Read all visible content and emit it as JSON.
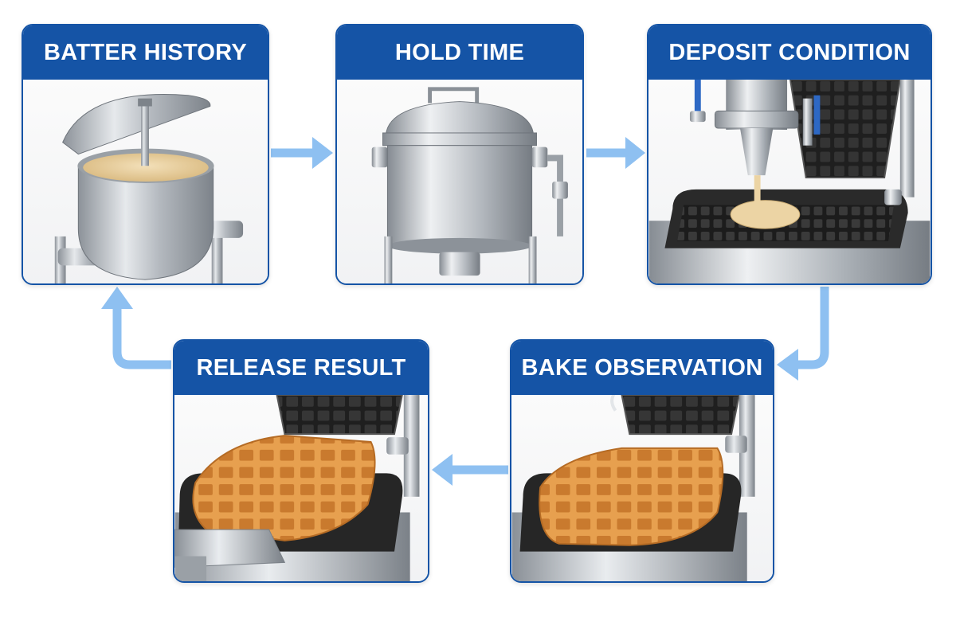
{
  "steps": [
    {
      "id": 1,
      "title": "BATTER HISTORY"
    },
    {
      "id": 2,
      "title": "HOLD TIME"
    },
    {
      "id": 3,
      "title": "DEPOSIT CONDITION"
    },
    {
      "id": 4,
      "title": "BAKE OBSERVATION"
    },
    {
      "id": 5,
      "title": "RELEASE RESULT"
    }
  ],
  "colors": {
    "header": "#1554a6",
    "arrow": "#8ec0f1",
    "steel": "#b9bec4",
    "batter": "#ecd4a4",
    "waffle": "#d98f3e",
    "plate": "#2b2b2b"
  }
}
